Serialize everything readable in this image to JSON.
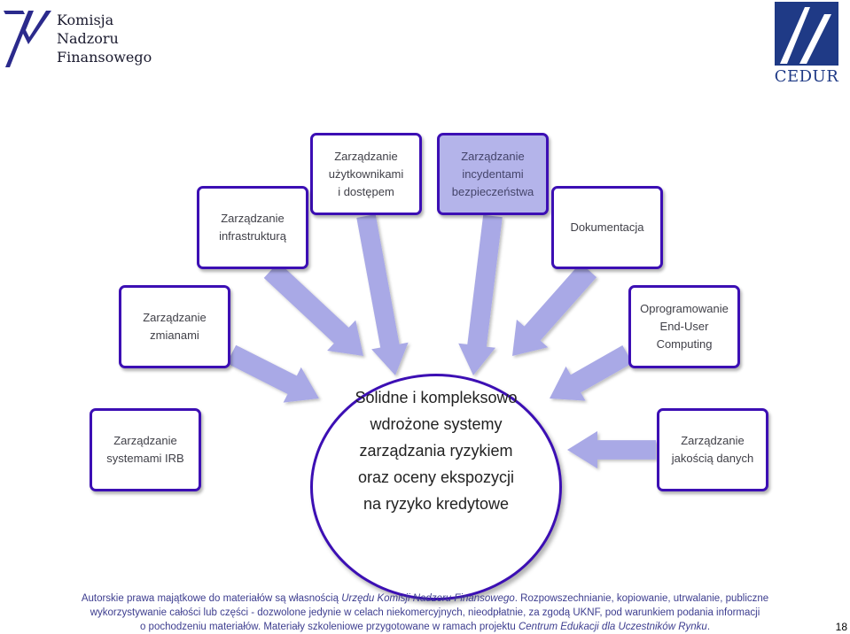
{
  "header": {
    "knf_logo_text": "Komisja\nNadzoru\nFinansowego",
    "cedur_logo_text": "CEDUR"
  },
  "diagram": {
    "center_text": "Solidne i kompleksowo\nwdrożone systemy\nzarządzania ryzykiem\noraz oceny ekspozycji\nna ryzyko kredytowe",
    "nodes": [
      {
        "id": "uzytkownicy",
        "label": "Zarządzanie\nużytkownikami\ni dostępem"
      },
      {
        "id": "incydenty",
        "label": "Zarządzanie\nincydentami\nbezpieczeństwa"
      },
      {
        "id": "infrastruktura",
        "label": "Zarządzanie\ninfrastrukturą"
      },
      {
        "id": "dokumentacja",
        "label": "Dokumentacja"
      },
      {
        "id": "zmiany",
        "label": "Zarządzanie\nzmianami"
      },
      {
        "id": "euc",
        "label": "Oprogramowanie\nEnd-User\nComputing"
      },
      {
        "id": "irb",
        "label": "Zarządzanie\nsystemami IRB"
      },
      {
        "id": "jakosc",
        "label": "Zarządzanie\njakością danych"
      }
    ],
    "colors": {
      "border": "#3c0fb4",
      "arrow": "#a9a9e6",
      "highlight_fill": "#b4b4ea"
    }
  },
  "footer": {
    "line1_a": "Autorskie prawa majątkowe do materiałów są własnością ",
    "line1_b": "Urzędu Komisji Nadzoru Finansowego",
    "line1_c": ". Rozpowszechnianie, kopiowanie, utrwalanie, publiczne",
    "line2": "wykorzystywanie całości lub części - dozwolone jedynie w celach niekomercyjnych, nieodpłatnie, za zgodą UKNF, pod warunkiem podania informacji",
    "line3_a": "o pochodzeniu materiałów. Materiały szkoleniowe przygotowane w ramach projektu ",
    "line3_b": "Centrum Edukacji dla Uczestników Rynku",
    "line3_c": ".",
    "page_number": "18"
  }
}
